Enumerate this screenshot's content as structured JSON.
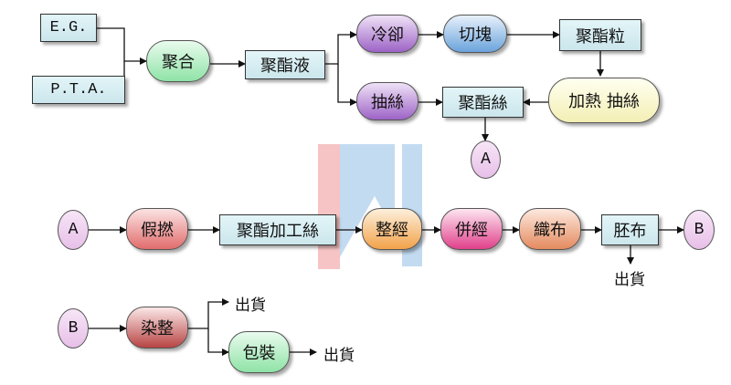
{
  "nodes": {
    "eg": "E.G.",
    "pta": "P.T.A.",
    "polymerize": "聚合",
    "polyester_liquid": "聚酯液",
    "cooling": "冷卻",
    "cut_block": "切塊",
    "polyester_chip": "聚酯粒",
    "spinning": "抽絲",
    "polyester_fiber_1": "聚酯絲",
    "heat_spinning": "加熱 抽絲",
    "connector_a_1": "A",
    "connector_a_2": "A",
    "false_twist": "假撚",
    "polyester_processed_yarn": "聚酯加工絲",
    "warping": "整經",
    "combine_warp": "併經",
    "weaving": "織布",
    "greige_cloth": "胚布",
    "connector_b_1": "B",
    "ship_out_1": "出貨",
    "connector_b_2": "B",
    "dye_finish": "染整",
    "ship_out_2": "出貨",
    "packaging": "包裝",
    "ship_out_3": "出貨"
  }
}
